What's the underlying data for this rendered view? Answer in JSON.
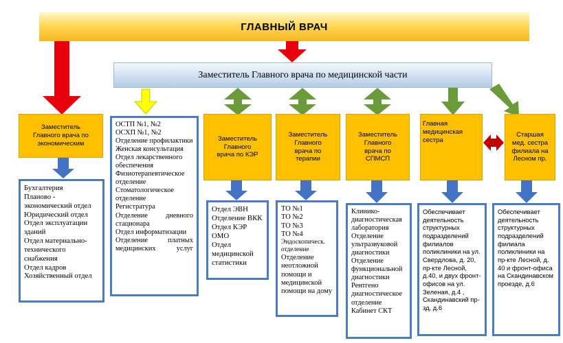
{
  "header": {
    "title": "ГЛАВНЫЙ ВРАЧ"
  },
  "deputy": {
    "title": "Заместитель Главного врача по медицинской части"
  },
  "units": [
    {
      "title": "Заместитель\nГлавного врача по\nэкономическим",
      "items": [
        "Бухгалтерия",
        "Планово - экономический отдел",
        "Юридический отдел",
        "Отдел эксплуатации зданий",
        "Отдел материально-технического снабжения",
        "Отдел кадров",
        "Хозяйственный отдел"
      ]
    },
    {
      "title": "",
      "items": [
        "ОСТП №1, №2",
        "ОСХП №1, №2",
        " Отделение профилактики",
        " Женская консультация",
        "Отдел лекарственного обеспечения",
        "Физиотерапевтическое отделение",
        "Стоматологическое отделение",
        "Регистратура",
        "Отделение дневного стационара",
        "Отдел информатизации",
        "Отделение платных медицинских услуг"
      ]
    },
    {
      "title": "Заместитель\nГлавного\nврача по КЭР",
      "items": [
        "Отдел  ЭВН",
        "Отделение ВКК",
        "Отдел КЭР",
        "ОМО",
        "Отдел медицинской статистики"
      ]
    },
    {
      "title": "Заместитель\nГлавного\nврача по\nтерапии",
      "items": [
        "ТО №1",
        "ТО №2",
        "ТО №3",
        "ТО №4",
        "Эндоскопическ. отделение",
        "Отделение неотложной помощи и медицинской помощи на дому"
      ]
    },
    {
      "title": "Заместитель\nГлавного\nврача по\nСПМСП",
      "items": [
        "Клинико-диагностическая лаборатория",
        "Отделение ультразвуковой диагностики",
        "Отделение функциональной диагностики",
        "Рентгено диагностическое отделение",
        "Кабинет СКТ"
      ]
    },
    {
      "title": "Главная\nмедицинская\nсестра",
      "items": [
        "Обеспечивает деятельность структурных подразделений филиалов поликлиники на ул. Свердлова, д. 20, пр-кте Лесной, д.40, и двух фронт-офисов на ул. Зеленая, д.4 , Скандинавский пр-зд, д.6"
      ]
    },
    {
      "title": "Старшая\nмед. сестра\nфилиала на\nЛесном пр.",
      "items": [
        "Обеспечивает деятельность структурных подразделений филиала поликлиники на пр-кте Лесной, д. 40 и фронт-офиса  на Скандинавском проезде, д.6"
      ]
    }
  ],
  "colors": {
    "yellow": "#ffc000",
    "red_arrow": "#e8000b",
    "green_arrow": "#6a9a3a",
    "blue_arrow": "#4472c4",
    "dark_red_arrow": "#c00000",
    "light_yellow_arrow": "#ffff00"
  }
}
